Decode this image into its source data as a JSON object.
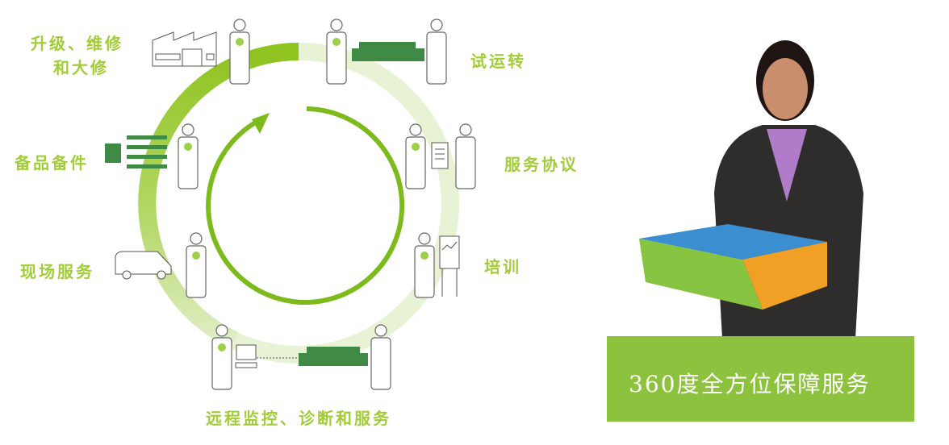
{
  "labels": {
    "upgrade": "升级、维修",
    "overhaul": "和大修",
    "trial_run": "试运转",
    "service_agreement": "服务协议",
    "training": "培训",
    "field_service": "现场服务",
    "spare_parts": "备品备件",
    "remote": "远程监控、诊断和服务"
  },
  "banner": {
    "text": "360度全方位保障服务"
  },
  "colors": {
    "accent": "#8dc23f",
    "ring_dark": "#8fc31f",
    "ring_light": "#e6f1cf",
    "label": "#a3cc3a",
    "machine": "#3f8a45"
  }
}
